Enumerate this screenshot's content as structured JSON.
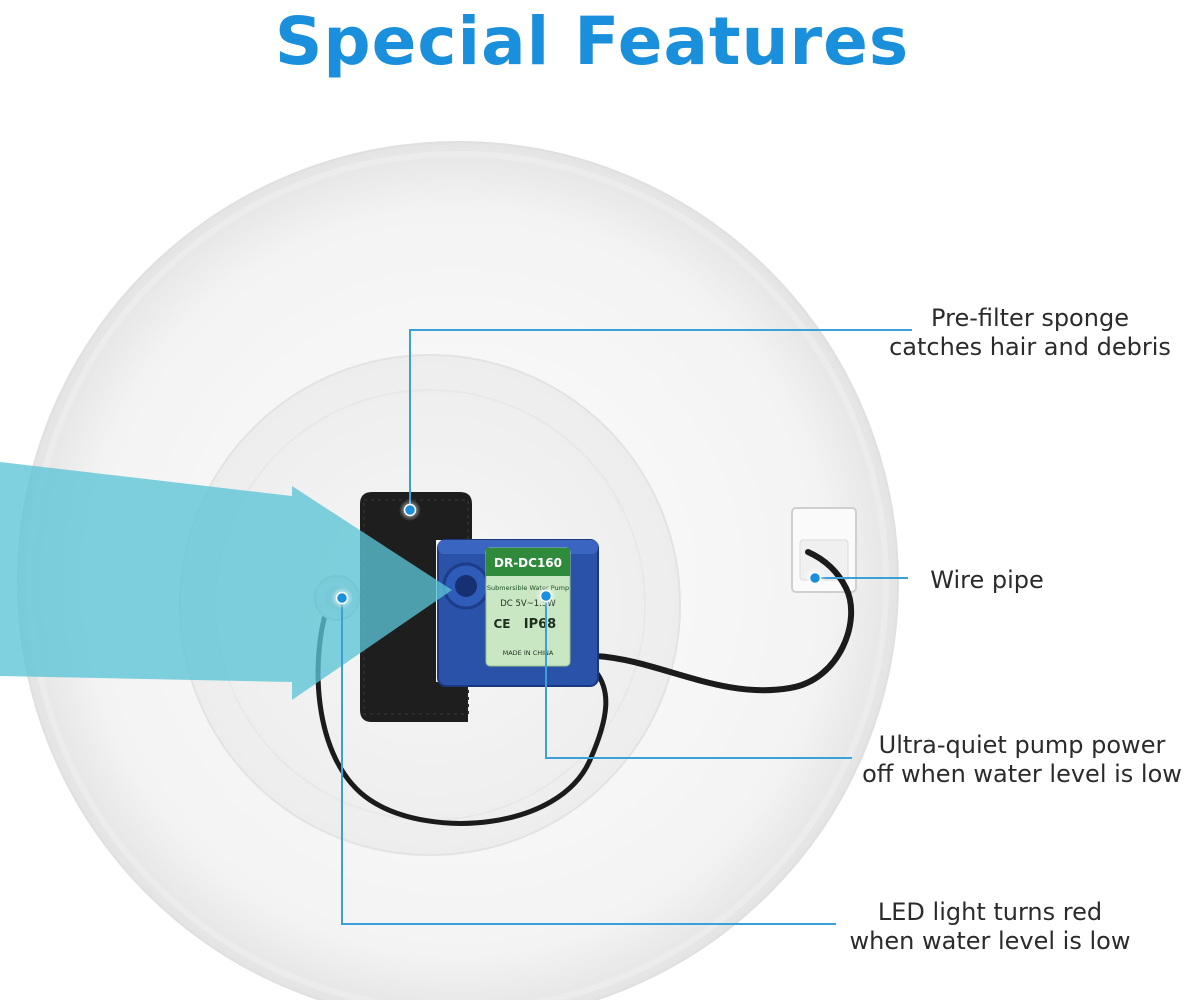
{
  "title": "Special Features",
  "colors": {
    "accent": "#1a8fdc",
    "leader_line": "#3b9fd8",
    "arrow": "#5cc4d6",
    "pump_body": "#2a52a8",
    "sponge": "#1e1e1e"
  },
  "pump_label": {
    "model": "DR-DC160",
    "subtitle": "Submersible Water Pump",
    "spec": "DC 5V~1.5W",
    "rating": "IP68",
    "mark": "CE",
    "origin": "MADE IN CHINA"
  },
  "callouts": {
    "sponge": {
      "line1": "Pre-filter sponge",
      "line2": "catches hair and debris"
    },
    "wire": {
      "line1": "Wire pipe"
    },
    "pump": {
      "line1": "Ultra-quiet pump power",
      "line2": "off when water level is low"
    },
    "led": {
      "line1": "LED light turns red",
      "line2": "when water level is low"
    }
  },
  "icons": [
    "flow-arrow-icon",
    "callout-dot-icon"
  ]
}
